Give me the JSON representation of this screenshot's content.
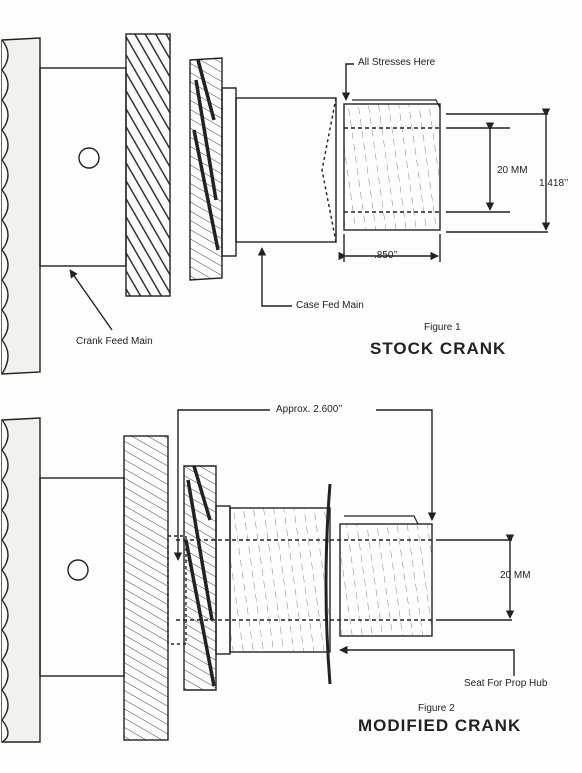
{
  "figure1": {
    "caption": "Figure 1",
    "title": "STOCK  CRANK",
    "labels": {
      "stresses": "All Stresses Here",
      "dim_20mm": "20 MM",
      "dim_1418": "1.418’’",
      "dim_850": ".850’’",
      "case_fed": "Case Fed Main",
      "crank_feed": "Crank Feed Main"
    }
  },
  "figure2": {
    "caption": "Figure 2",
    "title": "MODIFIED  CRANK",
    "labels": {
      "approx": "Approx. 2.600’’",
      "dim_20mm": "20 MM",
      "seat": "Seat For Prop Hub"
    }
  }
}
